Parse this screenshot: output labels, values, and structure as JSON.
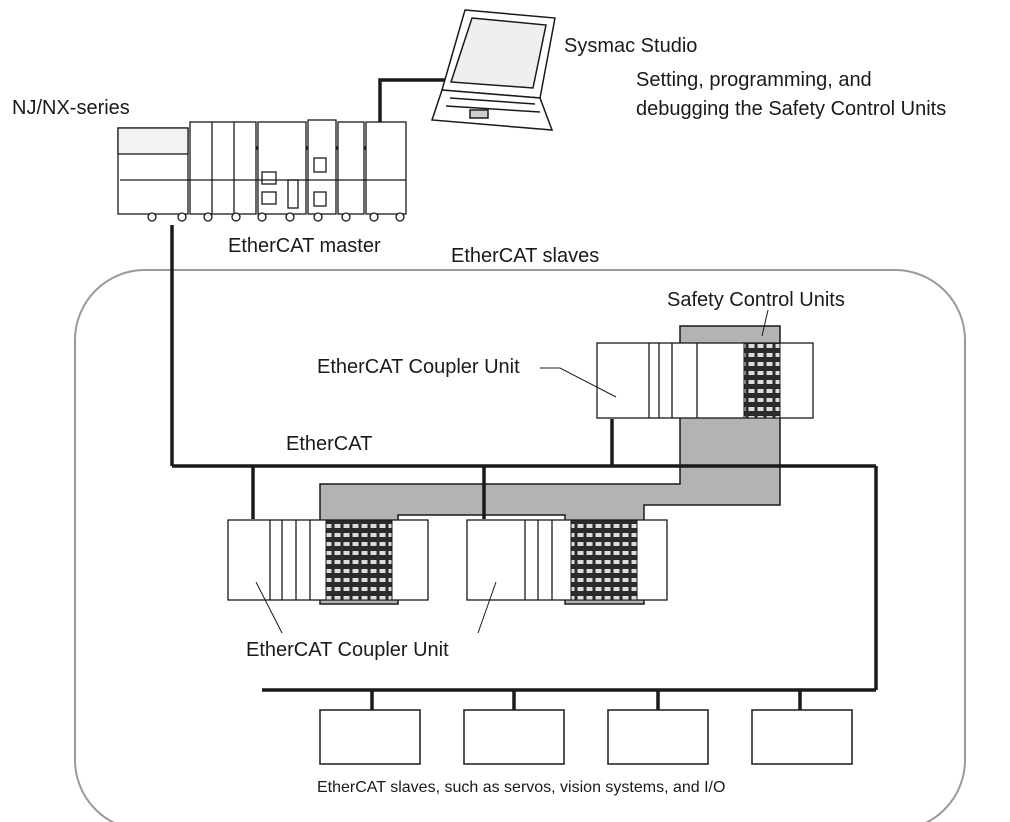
{
  "labels": {
    "sysmac_studio": "Sysmac Studio",
    "setting_line1": "Setting, programming, and",
    "setting_line2": "debugging the Safety Control Units",
    "controller": "NJ/NX-series",
    "ethercat_master": "EtherCAT master",
    "ethercat_slaves": "EtherCAT slaves",
    "safety_control_units": "Safety Control Units",
    "coupler_unit_top": "EtherCAT Coupler Unit",
    "ethercat_network": "EtherCAT",
    "coupler_unit_bottom": "EtherCAT Coupler Unit",
    "slaves_examples": "EtherCAT slaves, such as servos, vision systems, and I/O"
  },
  "colors": {
    "line": "#1a1a1a",
    "safety_highlight": "#b3b3b3",
    "slave_region_border": "#9a9a9a",
    "unit_fill": "#ffffff",
    "terminal_block": "#2b2b2b"
  },
  "icons": {
    "pc": "laptop-icon",
    "controller": "plc-controller-icon",
    "slave": "slave-device-icon"
  }
}
